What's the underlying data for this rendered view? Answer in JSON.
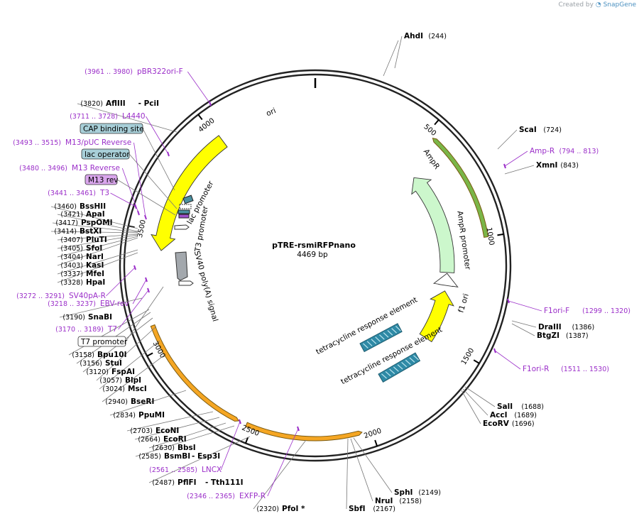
{
  "credit": {
    "created_by": "Created by",
    "brand": "SnapGene"
  },
  "plasmid": {
    "name": "pTRE-rsmiRFPnano",
    "length_label": "4469 bp",
    "length": 4469
  },
  "ticks": [
    {
      "pos": 500,
      "label": "500"
    },
    {
      "pos": 1000,
      "label": "1000"
    },
    {
      "pos": 1500,
      "label": "1500"
    },
    {
      "pos": 2000,
      "label": "2000"
    },
    {
      "pos": 2500,
      "label": "2500"
    },
    {
      "pos": 3000,
      "label": "3000"
    },
    {
      "pos": 3500,
      "label": "3500"
    },
    {
      "pos": 4000,
      "label": "4000"
    }
  ],
  "features": [
    {
      "name": "ori",
      "start": 3420,
      "end": 4015,
      "direction": -1,
      "track": "outer",
      "color": "#ffff00",
      "label_inside": "ori"
    },
    {
      "name": "AmpR",
      "start": 600,
      "end": 1155,
      "direction": -1,
      "track": "inner",
      "color": "#ccf7cc",
      "label_inside": "AmpR"
    },
    {
      "name": "AmpR-orf",
      "start": 530,
      "end": 1000,
      "direction": -1,
      "track": "orf",
      "color": "#7ab648"
    },
    {
      "name": "AmpR promoter",
      "start": 1160,
      "end": 1225,
      "direction": -1,
      "track": "inner",
      "color": "#ffffff",
      "label_inside": "AmpR promoter"
    },
    {
      "name": "f1 ori",
      "start": 1255,
      "end": 1530,
      "direction": -1,
      "track": "inner",
      "color": "#ffff00",
      "label_inside": "f1 ori"
    },
    {
      "name": "rsmiRFPnano-orf",
      "start": 2040,
      "end": 2525,
      "direction": -1,
      "track": "orf",
      "color": "#f5a623"
    },
    {
      "name": "rsmiRFPnano-orf2",
      "start": 2560,
      "end": 3100,
      "direction": -1,
      "track": "orf",
      "color": "#f5a623"
    }
  ],
  "features_small": [
    {
      "name": "lac promoter",
      "label": "lac promoter"
    },
    {
      "name": "T3 promoter",
      "label": "T3 promoter"
    },
    {
      "name": "SV40 poly(A) signal",
      "label": "SV40 poly(A) signal"
    },
    {
      "name": "tre1",
      "label": "tetracycline response element"
    },
    {
      "name": "tre2",
      "label": "tetracycline response element"
    }
  ],
  "sites": [
    {
      "name": "AhdI",
      "pos": "(244)"
    },
    {
      "name": "ScaI",
      "pos": "(724)"
    },
    {
      "name": "XmnI",
      "pos": "(843)"
    },
    {
      "name": "DraIII",
      "pos": "(1386)"
    },
    {
      "name": "BtgZI",
      "pos": "(1387)"
    },
    {
      "name": "SalI",
      "pos": "(1688)"
    },
    {
      "name": "AccI",
      "pos": "(1689)"
    },
    {
      "name": "EcoRV",
      "pos": "(1696)"
    },
    {
      "name": "SphI",
      "pos": "(2149)"
    },
    {
      "name": "NruI",
      "pos": "(2158)"
    },
    {
      "name": "SbfI",
      "pos": "(2167)"
    },
    {
      "name": "PfoI *",
      "pos": "(2320)"
    },
    {
      "name": "PflFI",
      "pos": "(2487)",
      "extra": "- Tth111I"
    },
    {
      "name": "BsmBI",
      "pos": "(2585)",
      "extra": "- Esp3I"
    },
    {
      "name": "BbsI",
      "pos": "(2630)"
    },
    {
      "name": "EcoRI",
      "pos": "(2664)"
    },
    {
      "name": "EcoNI",
      "pos": "(2703)"
    },
    {
      "name": "PpuMI",
      "pos": "(2834)"
    },
    {
      "name": "BseRI",
      "pos": "(2940)"
    },
    {
      "name": "MscI",
      "pos": "(3024)"
    },
    {
      "name": "BlpI",
      "pos": "(3057)"
    },
    {
      "name": "FspAI",
      "pos": "(3120)"
    },
    {
      "name": "StuI",
      "pos": "(3156)"
    },
    {
      "name": "Bpu10I",
      "pos": "(3158)"
    },
    {
      "name": "SnaBI",
      "pos": "(3190)"
    },
    {
      "name": "HpaI",
      "pos": "(3328)"
    },
    {
      "name": "MfeI",
      "pos": "(3337)"
    },
    {
      "name": "KasI",
      "pos": "(3403)"
    },
    {
      "name": "NarI",
      "pos": "(3404)"
    },
    {
      "name": "SfoI",
      "pos": "(3405)"
    },
    {
      "name": "PluTI",
      "pos": "(3407)"
    },
    {
      "name": "BstXI",
      "pos": "(3414)"
    },
    {
      "name": "PspOMI",
      "pos": "(3417)"
    },
    {
      "name": "ApaI",
      "pos": "(3421)"
    },
    {
      "name": "BssHII",
      "pos": "(3460)"
    },
    {
      "name": "AflIII",
      "pos": "(3820)",
      "extra": "- PciI"
    }
  ],
  "primers": [
    {
      "name": "Amp-R",
      "pos": "(794 .. 813)"
    },
    {
      "name": "F1ori-F",
      "pos": "(1299 .. 1320)"
    },
    {
      "name": "F1ori-R",
      "pos": "(1511 .. 1530)"
    },
    {
      "name": "LNCX",
      "pos": "(2561 .. 2585)"
    },
    {
      "name": "EXFP-R",
      "pos": "(2346 .. 2365)"
    },
    {
      "name": "T7",
      "pos": "(3170 .. 3189)"
    },
    {
      "name": "EBV-rev",
      "pos": "(3218 .. 3237)"
    },
    {
      "name": "SV40pA-R",
      "pos": "(3272 .. 3291)"
    },
    {
      "name": "T3",
      "pos": "(3441 .. 3461)"
    },
    {
      "name": "M13 Reverse",
      "pos": "(3480 .. 3496)"
    },
    {
      "name": "M13/pUC Reverse",
      "pos": "(3493 .. 3515)"
    },
    {
      "name": "L4440",
      "pos": "(3711 .. 3728)"
    },
    {
      "name": "pBR322ori-F",
      "pos": "(3961 .. 3980)"
    }
  ],
  "boxes": [
    {
      "label": "CAP binding site",
      "fill": "#a8cfd8"
    },
    {
      "label": "lac operator",
      "fill": "#a8cfd8"
    },
    {
      "label": "M13 rev",
      "fill": "#d9a6ec"
    },
    {
      "label": "T7 promoter",
      "fill": "#ffffff"
    }
  ]
}
